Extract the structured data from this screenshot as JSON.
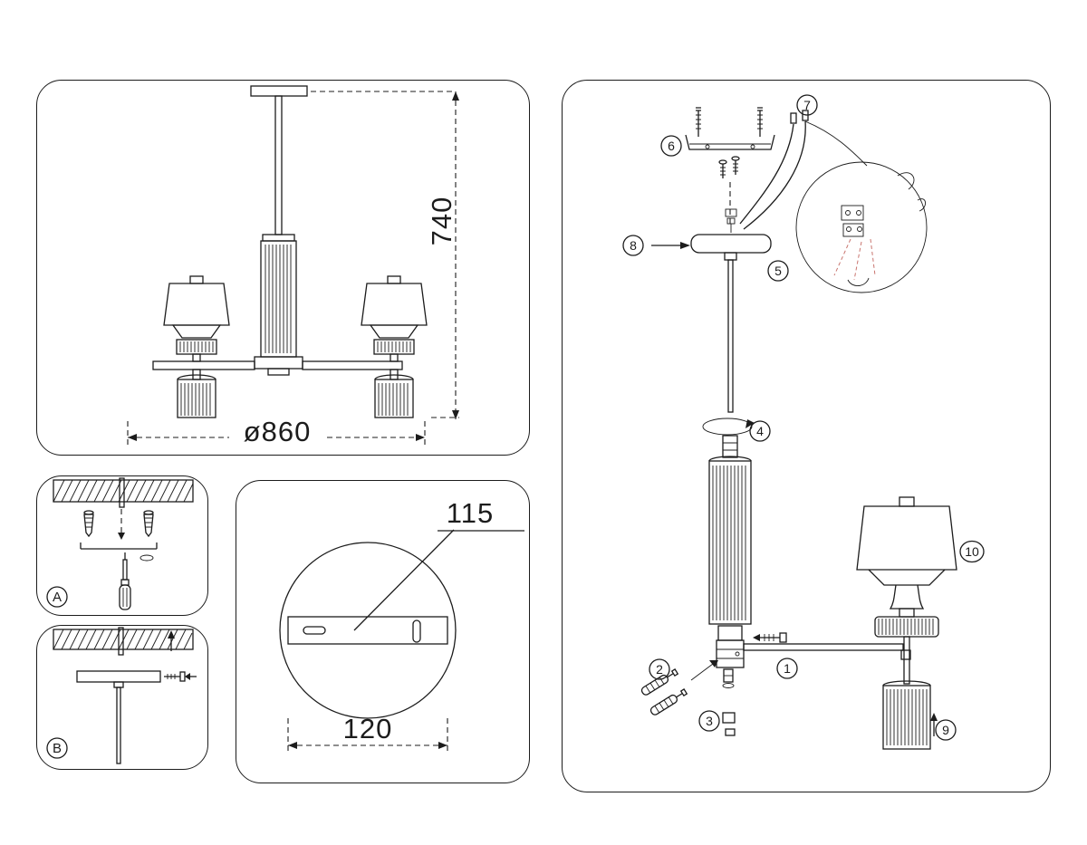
{
  "overview": {
    "height_dim": "740",
    "diameter_dim": "ø860"
  },
  "mount_details": {
    "a_label": "A",
    "b_label": "B"
  },
  "bracket_detail": {
    "dim_width": "115",
    "dim_length": "120"
  },
  "assembly": {
    "callouts": [
      "1",
      "2",
      "3",
      "4",
      "5",
      "6",
      "7",
      "8",
      "9",
      "10"
    ]
  }
}
